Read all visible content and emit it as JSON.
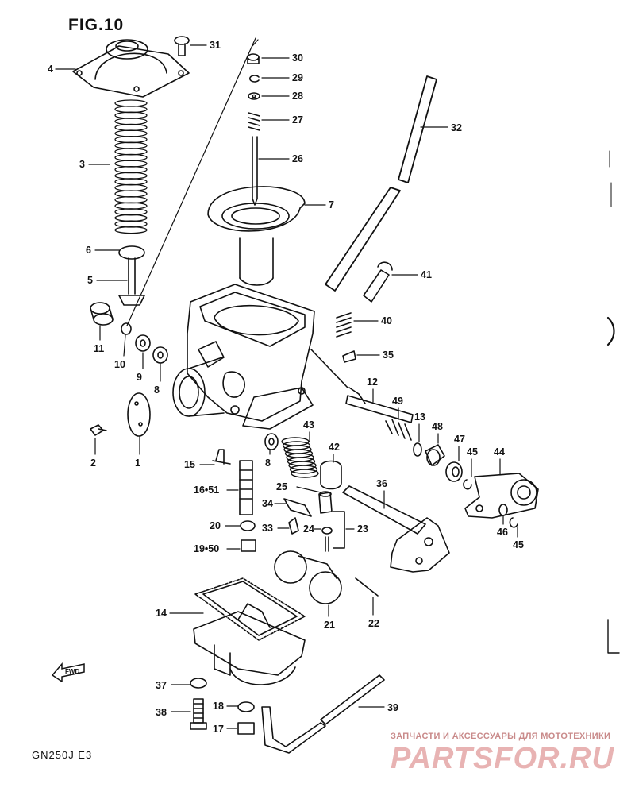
{
  "figure": {
    "title": "FIG.10",
    "model": "GN250J E3"
  },
  "fwd_badge": "FWD",
  "watermark": {
    "line1": "ЗАПЧАСТИ И АКСЕССУАРЫ ДЛЯ МОТОТЕХНИКИ",
    "line2": "PARTSFOR.RU"
  },
  "parts": [
    {
      "id": "31",
      "label": "31"
    },
    {
      "id": "4",
      "label": "4"
    },
    {
      "id": "30",
      "label": "30"
    },
    {
      "id": "29",
      "label": "29"
    },
    {
      "id": "28",
      "label": "28"
    },
    {
      "id": "27",
      "label": "27"
    },
    {
      "id": "32",
      "label": "32"
    },
    {
      "id": "3",
      "label": "3"
    },
    {
      "id": "26",
      "label": "26"
    },
    {
      "id": "7",
      "label": "7"
    },
    {
      "id": "6",
      "label": "6"
    },
    {
      "id": "41",
      "label": "41"
    },
    {
      "id": "5",
      "label": "5"
    },
    {
      "id": "40",
      "label": "40"
    },
    {
      "id": "11",
      "label": "11"
    },
    {
      "id": "35",
      "label": "35"
    },
    {
      "id": "10",
      "label": "10"
    },
    {
      "id": "9",
      "label": "9"
    },
    {
      "id": "8a",
      "label": "8"
    },
    {
      "id": "12",
      "label": "12"
    },
    {
      "id": "49",
      "label": "49"
    },
    {
      "id": "13",
      "label": "13"
    },
    {
      "id": "48",
      "label": "48"
    },
    {
      "id": "2",
      "label": "2"
    },
    {
      "id": "43",
      "label": "43"
    },
    {
      "id": "47",
      "label": "47"
    },
    {
      "id": "45a",
      "label": "45"
    },
    {
      "id": "44",
      "label": "44"
    },
    {
      "id": "1",
      "label": "1"
    },
    {
      "id": "15",
      "label": "15"
    },
    {
      "id": "8b",
      "label": "8"
    },
    {
      "id": "42",
      "label": "42"
    },
    {
      "id": "16-51",
      "label": "16•51"
    },
    {
      "id": "25",
      "label": "25"
    },
    {
      "id": "36",
      "label": "36"
    },
    {
      "id": "34",
      "label": "34"
    },
    {
      "id": "20",
      "label": "20"
    },
    {
      "id": "33",
      "label": "33"
    },
    {
      "id": "24",
      "label": "24"
    },
    {
      "id": "23",
      "label": "23"
    },
    {
      "id": "46",
      "label": "46"
    },
    {
      "id": "45b",
      "label": "45"
    },
    {
      "id": "19-50",
      "label": "19•50"
    },
    {
      "id": "14",
      "label": "14"
    },
    {
      "id": "22",
      "label": "22"
    },
    {
      "id": "21",
      "label": "21"
    },
    {
      "id": "37",
      "label": "37"
    },
    {
      "id": "39",
      "label": "39"
    },
    {
      "id": "18",
      "label": "18"
    },
    {
      "id": "38",
      "label": "38"
    },
    {
      "id": "17",
      "label": "17"
    }
  ]
}
